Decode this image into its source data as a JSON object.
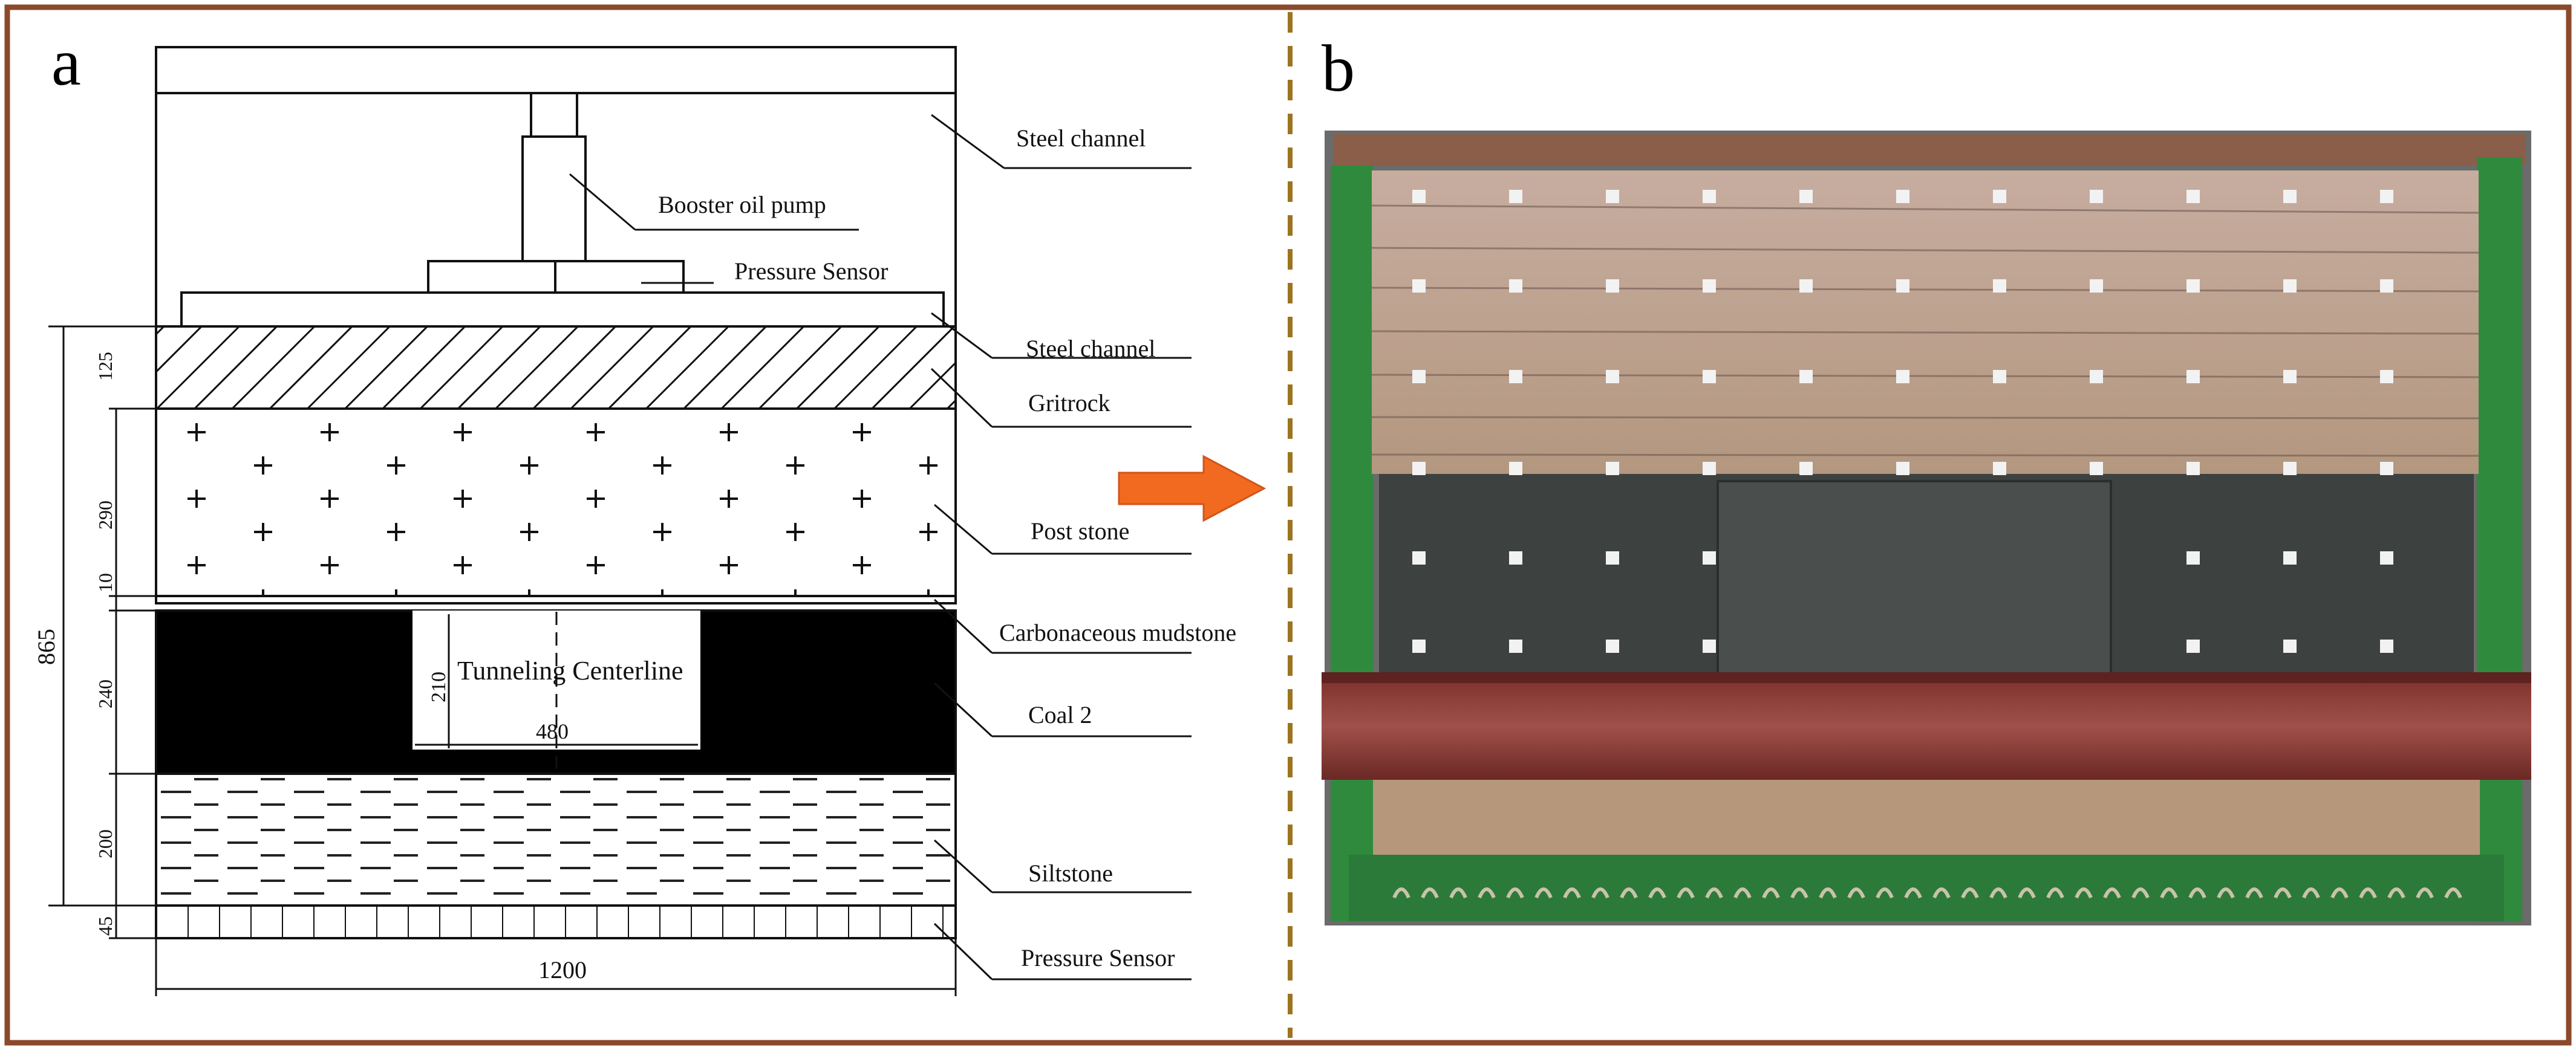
{
  "panels": {
    "a_label": "a",
    "b_label": "b"
  },
  "model": {
    "top_labels": {
      "steel_channel_top": "Steel channel",
      "booster_oil_pump": "Booster oil pump",
      "pressure_sensor_top": "Pressure Sensor",
      "steel_channel_lower": "Steel channel"
    },
    "layers": [
      {
        "label": "Gritrock",
        "thickness": "125",
        "pattern": "hatch"
      },
      {
        "label": "Post stone",
        "thickness": "290",
        "pattern": "plus"
      },
      {
        "label": "Carbonaceous mudstone",
        "thickness": "10",
        "pattern": "thin"
      },
      {
        "label": "Coal 2",
        "thickness": "240",
        "pattern": "solid"
      },
      {
        "label": "Siltstone",
        "thickness": "200",
        "pattern": "dash"
      },
      {
        "label": "Pressure Sensor",
        "thickness": "45",
        "pattern": "cells"
      }
    ],
    "total_height": "865",
    "total_width": "1200",
    "tunnel": {
      "label": "Tunneling Centerline",
      "height": "210",
      "width": "480"
    }
  },
  "colors": {
    "frame_border": "#8b4a2b",
    "divider": "#9c7420",
    "arrow": "#f26a1f",
    "coal": "#000000",
    "photo_sand": "#b89d88",
    "photo_coal": "#3d4140",
    "photo_frame": "#2f8a3e",
    "photo_beam": "#8e3b33"
  }
}
